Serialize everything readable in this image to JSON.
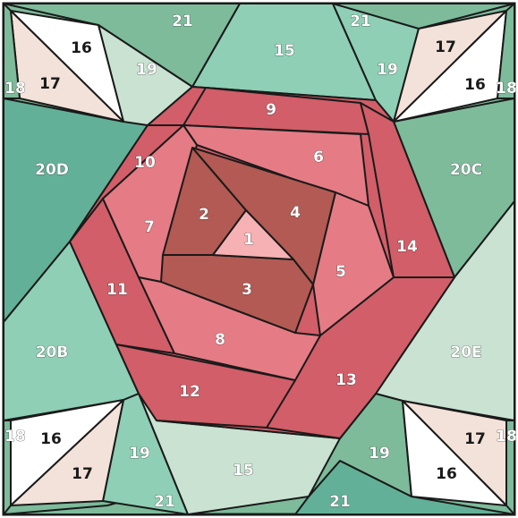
{
  "palette": {
    "green_dark": "#62b097",
    "green_mid": "#7dbb9b",
    "green_light": "#8ecfb6",
    "green_pale": "#c9e2d2",
    "mint": "#9ad6c3",
    "peach": "#f3e2d9",
    "white": "#ffffff",
    "rose_dark": "#b25a53",
    "rose_mid": "#d15e68",
    "rose_light": "#e57b84",
    "rose_pale": "#f6b1b4"
  },
  "labels": {
    "p1": "1",
    "p2": "2",
    "p3": "3",
    "p4": "4",
    "p5": "5",
    "p6": "6",
    "p7": "7",
    "p8": "8",
    "p9": "9",
    "p10": "10",
    "p11": "11",
    "p12": "12",
    "p13": "13",
    "p14": "14",
    "p15_top": "15",
    "p15_bottom": "15",
    "p16_tl": "16",
    "p16_tr": "16",
    "p16_bl": "16",
    "p16_br": "16",
    "p17_tl": "17",
    "p17_tr": "17",
    "p17_bl": "17",
    "p17_br": "17",
    "p18_tl": "18",
    "p18_tr": "18",
    "p18_bl": "18",
    "p18_br": "18",
    "p19_tl": "19",
    "p19_tr": "19",
    "p19_bl": "19",
    "p19_br": "19",
    "p20b": "20B",
    "p20c": "20C",
    "p20d": "20D",
    "p20e": "20E",
    "p21_tl": "21",
    "p21_tr": "21",
    "p21_bl": "21",
    "p21_br": "21"
  }
}
